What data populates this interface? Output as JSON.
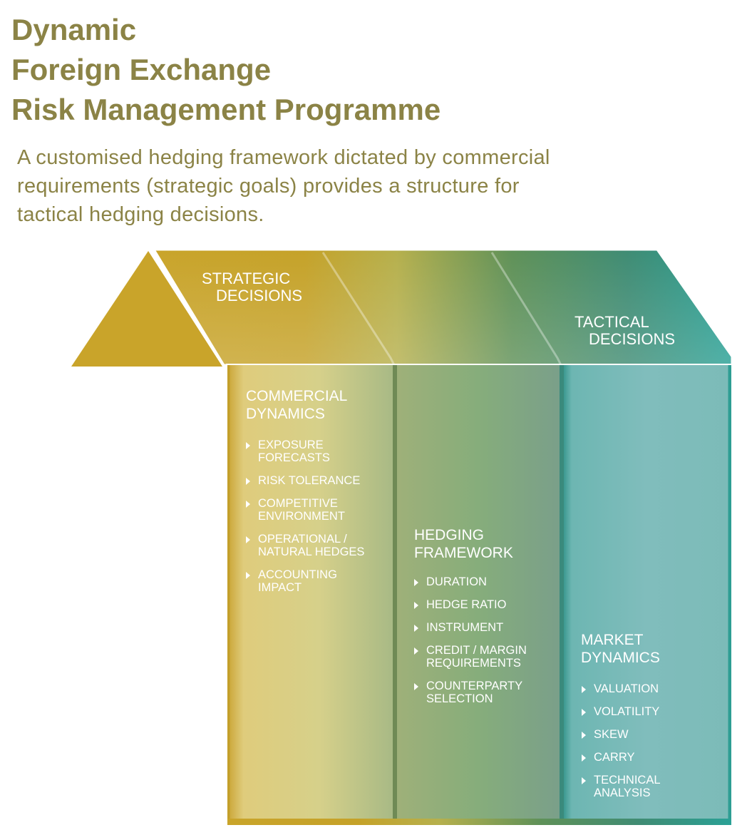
{
  "header": {
    "title_lines": [
      "Dynamic",
      "Foreign Exchange",
      "Risk Management Programme"
    ],
    "subtitle_lines": [
      "A customised hedging framework dictated by commercial",
      "requirements (strategic goals) provides a structure for",
      "tactical hedging decisions."
    ]
  },
  "roof": {
    "strategic": [
      "STRATEGIC",
      "DECISIONS"
    ],
    "tactical": [
      "TACTICAL",
      "DECISIONS"
    ]
  },
  "columns": {
    "commercial": {
      "heading": [
        "COMMERCIAL",
        "DYNAMICS"
      ],
      "items": [
        [
          "EXPOSURE",
          "FORECASTS"
        ],
        [
          "RISK TOLERANCE"
        ],
        [
          "COMPETITIVE",
          "ENVIRONMENT"
        ],
        [
          "OPERATIONAL /",
          "NATURAL HEDGES"
        ],
        [
          "ACCOUNTING",
          "IMPACT"
        ]
      ]
    },
    "hedging": {
      "heading": [
        "HEDGING",
        "FRAMEWORK"
      ],
      "items": [
        [
          "DURATION"
        ],
        [
          "HEDGE RATIO"
        ],
        [
          "INSTRUMENT"
        ],
        [
          "CREDIT / MARGIN",
          "REQUIREMENTS"
        ],
        [
          "COUNTERPARTY",
          "SELECTION"
        ]
      ]
    },
    "market": {
      "heading": [
        "MARKET",
        "DYNAMICS"
      ],
      "items": [
        [
          "VALUATION"
        ],
        [
          "VOLATILITY"
        ],
        [
          "SKEW"
        ],
        [
          "CARRY"
        ],
        [
          "TECHNICAL",
          "ANALYSIS"
        ]
      ]
    }
  },
  "colors": {
    "title": "#8b8346",
    "gold": "#c9a42a",
    "olive_green": "#6f9a55",
    "teal": "#2fa39a",
    "border": "#ffffff"
  }
}
